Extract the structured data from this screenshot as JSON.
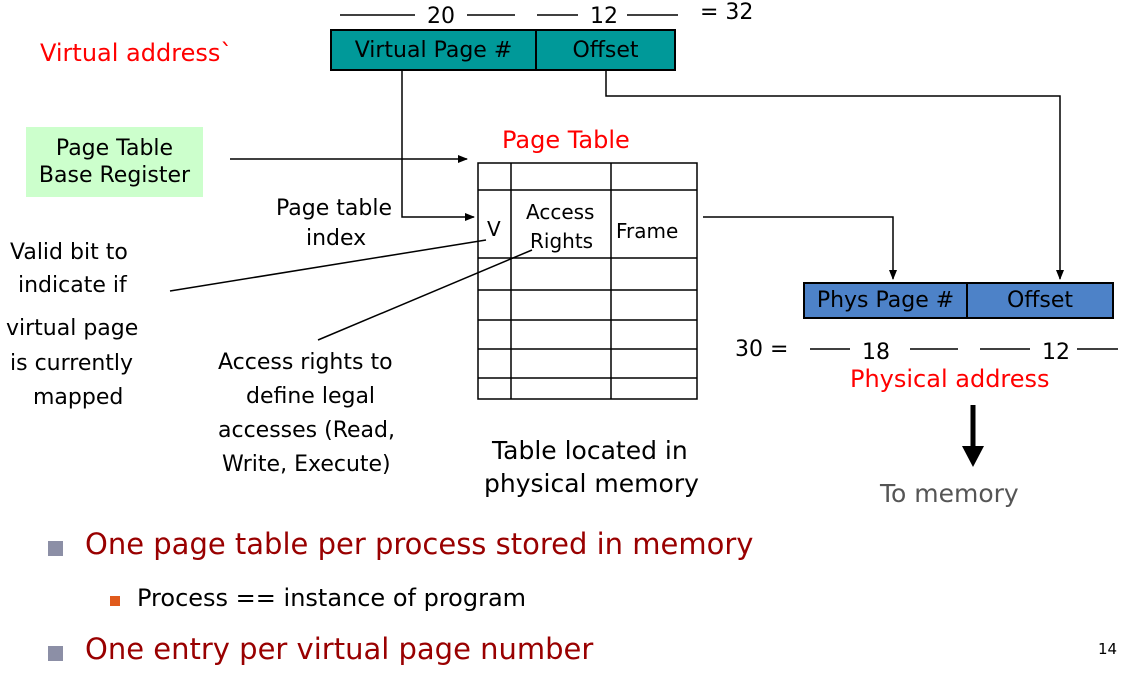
{
  "colors": {
    "virtual_box": "#009999",
    "physical_box": "#4d82c8",
    "ptbr_box": "#ccffcc",
    "label_red": "#ff0000",
    "bullet_text": "#990000",
    "bullet_square": "#8c8fa6",
    "sub_bullet_square": "#e05a1c"
  },
  "virtual_address": {
    "label": "Virtual address`",
    "vpn_field": "Virtual Page #",
    "offset_field": "Offset",
    "vpn_bits": "20",
    "offset_bits": "12",
    "total": "= 32"
  },
  "ptbr": {
    "line1": "Page Table",
    "line2": "Base Register"
  },
  "page_table": {
    "title": "Page Table",
    "col_valid": "V",
    "col_access_line1": "Access",
    "col_access_line2": "Rights",
    "col_frame": "Frame",
    "caption_line1": "Table located in",
    "caption_line2": "physical memory",
    "index_label_line1": "Page table",
    "index_label_line2": "index"
  },
  "valid_note": {
    "line1": "Valid bit to",
    "line2": "indicate if",
    "line3": "virtual page",
    "line4": "is currently",
    "line5": "mapped"
  },
  "access_note": {
    "line1": "Access rights to",
    "line2": "define legal",
    "line3": "accesses (Read,",
    "line4": "Write, Execute)"
  },
  "physical_address": {
    "label": "Physical address",
    "ppn_field": "Phys Page #",
    "offset_field": "Offset",
    "ppn_bits": "18",
    "offset_bits": "12",
    "total": "30 ="
  },
  "to_memory": "To memory",
  "bullets": [
    {
      "text": "One page table per process stored in memory"
    },
    {
      "text": "One entry per virtual page number"
    }
  ],
  "sub_bullets": [
    {
      "text": "Process == instance of program"
    }
  ],
  "slide_number": "14"
}
